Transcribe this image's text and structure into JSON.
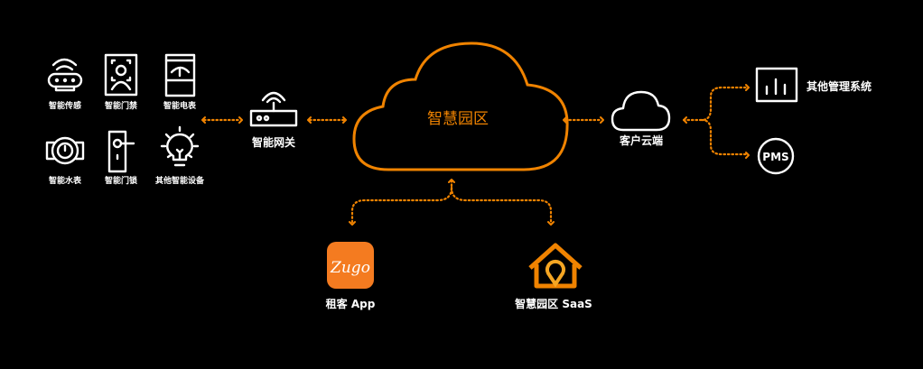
{
  "colors": {
    "accent": "#f08300",
    "background": "#000000",
    "foreground": "#ffffff"
  },
  "devices": [
    {
      "label": "智能传感",
      "icon": "sensor-icon"
    },
    {
      "label": "智能门禁",
      "icon": "face-access-icon"
    },
    {
      "label": "智能电表",
      "icon": "electric-meter-icon"
    },
    {
      "label": "智能水表",
      "icon": "water-meter-icon"
    },
    {
      "label": "智能门锁",
      "icon": "door-lock-icon"
    },
    {
      "label": "其他智能设备",
      "icon": "lightbulb-icon"
    }
  ],
  "gateway": {
    "label": "智能网关",
    "icon": "router-icon"
  },
  "center": {
    "label": "智慧园区",
    "icon": "cloud-icon"
  },
  "customer_cloud": {
    "label": "客户云端",
    "icon": "cloud-icon"
  },
  "systems": [
    {
      "label": "其他管理系统",
      "icon": "bar-chart-icon"
    },
    {
      "label": "",
      "icon_text": "PMS"
    }
  ],
  "apps": [
    {
      "label": "租客 App",
      "logo_text": "Zugo"
    },
    {
      "label": "智慧园区 SaaS",
      "icon": "house-location-icon"
    }
  ]
}
